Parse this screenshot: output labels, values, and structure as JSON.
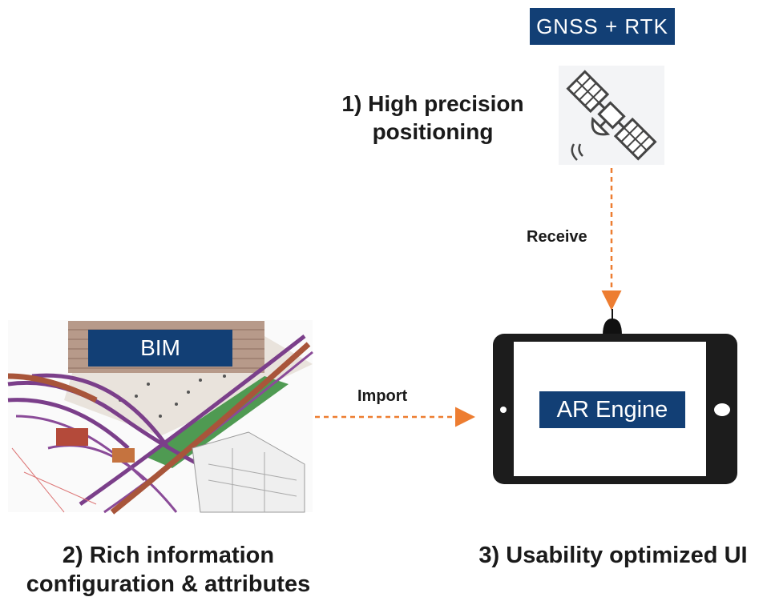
{
  "satellite": {
    "badge": "GNSS + RTK",
    "title_line1": "1) High precision",
    "title_line2": "positioning",
    "icon": "satellite-icon"
  },
  "bim": {
    "badge": "BIM",
    "title_line1": "2) Rich information",
    "title_line2": "configuration & attributes",
    "image": "bim-model-image"
  },
  "tablet": {
    "badge": "AR Engine",
    "title": "3) Usability optimized UI",
    "icon": "tablet-icon"
  },
  "edges": {
    "receive": "Receive",
    "import": "Import"
  },
  "colors": {
    "badge": "#123f75",
    "arrow": "#ed7d31"
  }
}
